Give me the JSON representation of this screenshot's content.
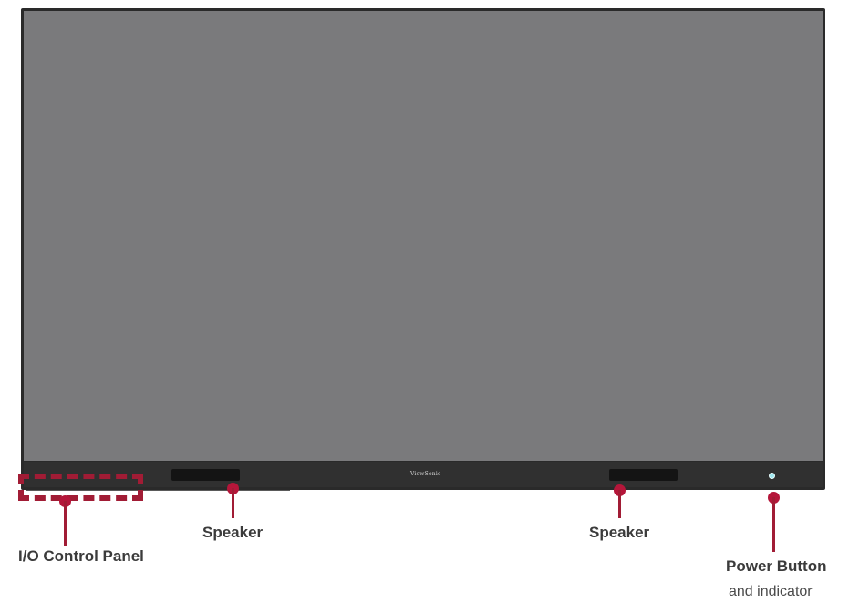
{
  "device": {
    "brand_logo": "ViewSonic"
  },
  "callouts": {
    "io_panel_label": "I/O Control Panel",
    "speaker_left_label": "Speaker",
    "speaker_right_label": "Speaker",
    "power_label": "Power Button",
    "power_sublabel": "and indicator"
  },
  "colors": {
    "callout_accent": "#a11c35",
    "screen": "#7a7a7c",
    "bezel": "#303030",
    "power_indicator": "#9fe8f0"
  }
}
